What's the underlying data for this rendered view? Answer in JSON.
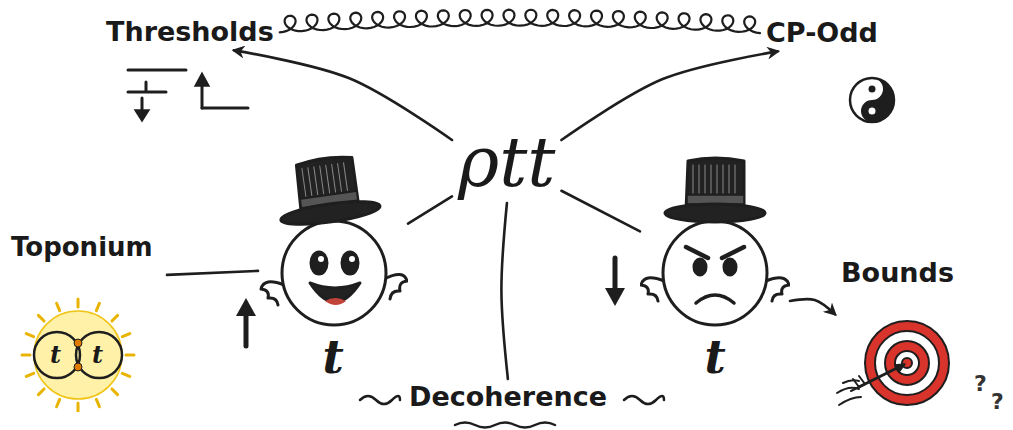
{
  "diagram": {
    "nodes": [
      {
        "text": [
          "Thresholds"
        ]
      },
      {
        "text": [
          "CP-Odd"
        ]
      },
      {
        "text": [
          "ρtt"
        ]
      },
      {
        "text": [
          "Toponium"
        ]
      },
      {
        "text": [
          "t"
        ]
      },
      {
        "text": [
          "t"
        ]
      },
      {
        "text": [
          "Bounds"
        ]
      },
      {
        "text": [
          "Decoherence"
        ]
      }
    ],
    "edges": [
      {
        "from": 2,
        "to": 0,
        "arrow": "to"
      },
      {
        "from": 0,
        "to": 1,
        "arrow": "none"
      },
      {
        "from": 2,
        "to": 1,
        "arrow": "to"
      },
      {
        "from": 3,
        "to": 4,
        "arrow": "none"
      },
      {
        "from": 2,
        "to": 4,
        "arrow": "none"
      },
      {
        "from": 2,
        "to": 5,
        "arrow": "none"
      },
      {
        "from": 5,
        "to": 6,
        "arrow": "to"
      },
      {
        "from": 2,
        "to": 7,
        "arrow": "none"
      }
    ],
    "labels": [
      "t",
      "t",
      "?",
      "?"
    ]
  }
}
